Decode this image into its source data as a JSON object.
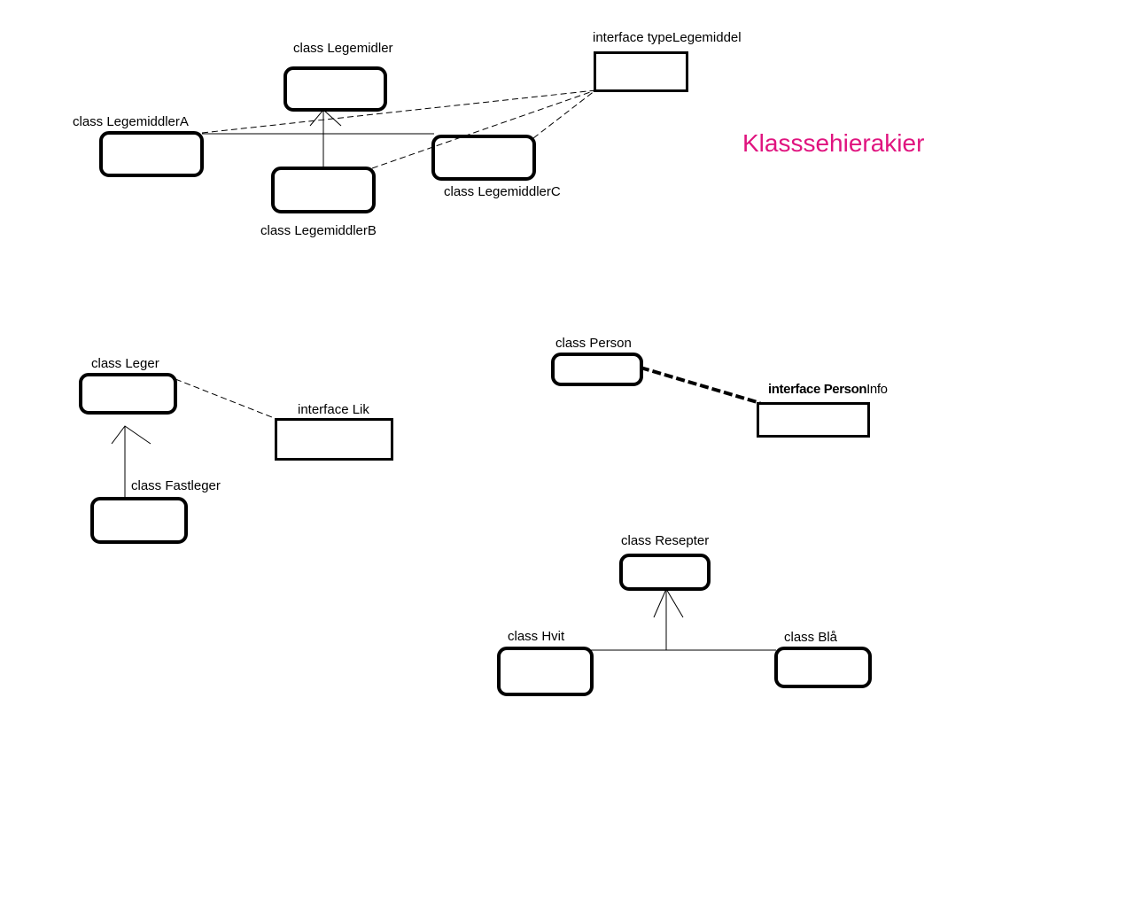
{
  "title": "Klasssehierakier",
  "colors": {
    "title": "#e0147f",
    "stroke": "#000000"
  },
  "nodes": {
    "legemidler": "class Legemidler",
    "type_legemiddel": "interface typeLegemiddel",
    "legemiddler_a": "class LegemiddlerA",
    "legemiddler_b": "class LegemiddlerB",
    "legemiddler_c": "class LegemiddlerC",
    "leger": "class Leger",
    "lik": "interface Lik",
    "fastleger": "class Fastleger",
    "person": "class Person",
    "person_info_bold": "interface Person",
    "person_info_rest": "Info",
    "resepter": "class Resepter",
    "hvit": "class Hvit",
    "bla": "class Blå"
  }
}
